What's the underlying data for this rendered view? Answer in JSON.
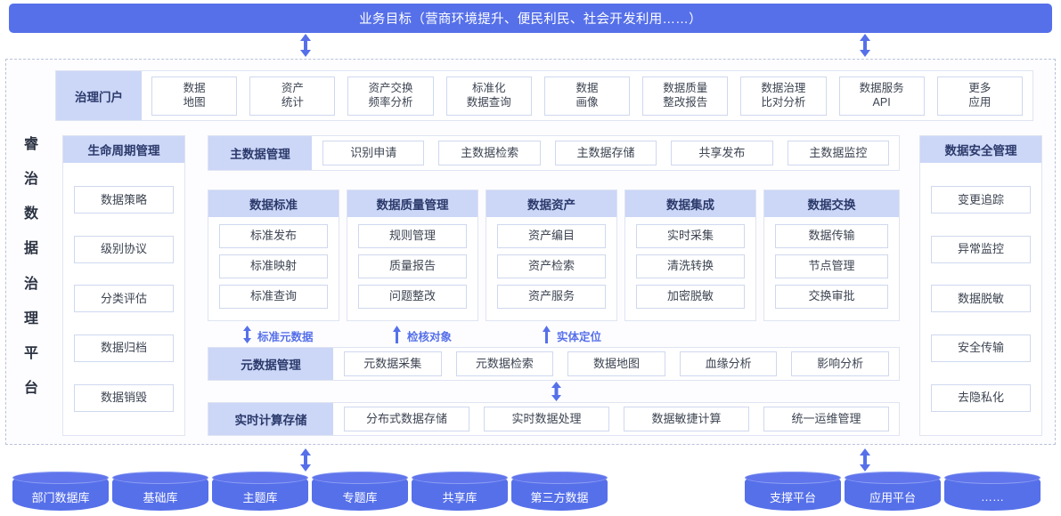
{
  "goal_bar": {
    "text": "业务目标（营商环境提升、便民利民、社会开发利用……）"
  },
  "platform_title": {
    "chars": [
      "睿",
      "治",
      "数",
      "据",
      "治",
      "理",
      "平",
      "台"
    ]
  },
  "portal": {
    "head": "治理门户",
    "items": [
      {
        "l1": "数据",
        "l2": "地图"
      },
      {
        "l1": "资产",
        "l2": "统计"
      },
      {
        "l1": "资产交换",
        "l2": "频率分析"
      },
      {
        "l1": "标准化",
        "l2": "数据查询"
      },
      {
        "l1": "数据",
        "l2": "画像"
      },
      {
        "l1": "数据质量",
        "l2": "整改报告"
      },
      {
        "l1": "数据治理",
        "l2": "比对分析"
      },
      {
        "l1": "数据服务",
        "l2": "API"
      },
      {
        "l1": "更多",
        "l2": "应用"
      }
    ]
  },
  "lifecycle": {
    "head": "生命周期管理",
    "items": [
      "数据策略",
      "级别协议",
      "分类评估",
      "数据归档",
      "数据销毁"
    ]
  },
  "security": {
    "head": "数据安全管理",
    "items": [
      "变更追踪",
      "异常监控",
      "数据脱敏",
      "安全传输",
      "去隐私化"
    ]
  },
  "masterdata": {
    "head": "主数据管理",
    "items": [
      "识别申请",
      "主数据检索",
      "主数据存储",
      "共享发布",
      "主数据监控"
    ]
  },
  "mid_columns": [
    {
      "head": "数据标准",
      "items": [
        "标准发布",
        "标准映射",
        "标准查询"
      ]
    },
    {
      "head": "数据质量管理",
      "items": [
        "规则管理",
        "质量报告",
        "问题整改"
      ]
    },
    {
      "head": "数据资产",
      "items": [
        "资产编目",
        "资产检索",
        "资产服务"
      ]
    },
    {
      "head": "数据集成",
      "items": [
        "实时采集",
        "清洗转换",
        "加密脱敏"
      ]
    },
    {
      "head": "数据交换",
      "items": [
        "数据传输",
        "节点管理",
        "交换审批"
      ]
    }
  ],
  "flow_labels": [
    {
      "text": "标准元数据",
      "arrow": "double-arrow-icon"
    },
    {
      "text": "检核对象",
      "arrow": "up-arrow-icon"
    },
    {
      "text": "实体定位",
      "arrow": "up-arrow-icon"
    }
  ],
  "metadata": {
    "head": "元数据管理",
    "items": [
      "元数据采集",
      "元数据检索",
      "数据地图",
      "血缘分析",
      "影响分析"
    ]
  },
  "realtime": {
    "head": "实时计算存储",
    "items": [
      "分布式数据存储",
      "实时数据处理",
      "数据敏捷计算",
      "统一运维管理"
    ]
  },
  "sources_left": [
    "部门数据库",
    "基础库",
    "主题库",
    "专题库",
    "共享库",
    "第三方数据"
  ],
  "sources_right": [
    "支撑平台",
    "应用平台",
    "……"
  ],
  "colors": {
    "accent": "#5670ea",
    "head_bg": "#ccd6f7",
    "cell_border": "#cfd8ef",
    "frame_dash": "#b9c3d8"
  }
}
